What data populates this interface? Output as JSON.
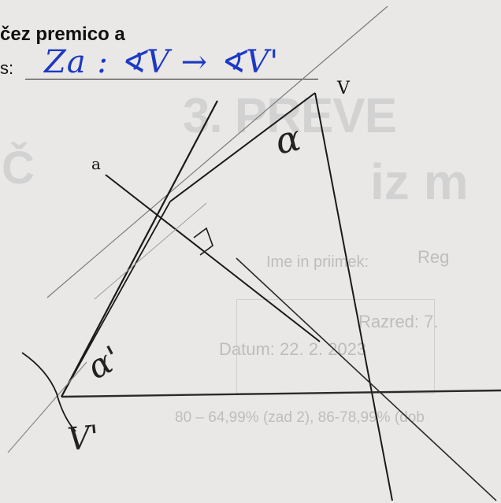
{
  "header": {
    "title": "čez premico a",
    "subtitle": "s:",
    "handwritten_answer": "Za : ∢V → ∢V'"
  },
  "figure": {
    "point_label_v": "V",
    "line_label_a": "a",
    "angle_label_alpha": "α",
    "angle_label_alpha_prime": "α'",
    "point_label_v_prime": "V'"
  },
  "bleed_through": {
    "heading_fragment": "3. PREVE",
    "heading_fragment2": "iz m",
    "heading_fragment3": "Č",
    "ime_label": "Ime in priimek:",
    "ime_value": "Reg",
    "razred": "Razred: 7.",
    "datum": "Datum: 22. 2. 2023",
    "score_line": "80 – 64,99% (zad 2), 86-78,99% (dob"
  }
}
